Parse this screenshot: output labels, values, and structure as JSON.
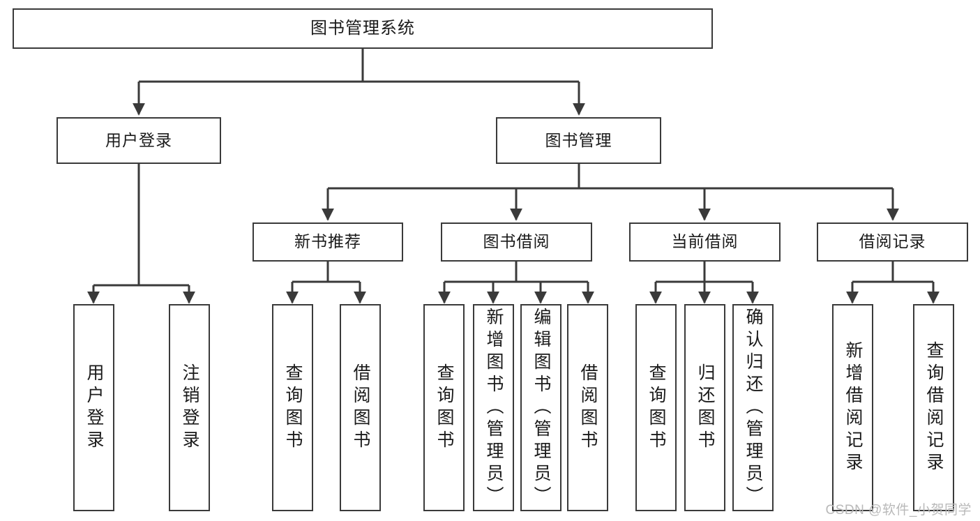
{
  "diagram": {
    "title": "图书管理系统",
    "type": "tree-hierarchy-diagram",
    "theme": {
      "stroke": "#3a3a3a",
      "fill": "#ffffff",
      "text": "#1a1a1a",
      "watermark_color": "#b9b9b9"
    },
    "levels": {
      "root": {
        "label": "图书管理系统"
      },
      "level2": [
        {
          "id": "user-login",
          "label": "用户登录"
        },
        {
          "id": "book-manage",
          "label": "图书管理"
        }
      ],
      "level3": [
        {
          "id": "new-book-recommend",
          "label": "新书推荐"
        },
        {
          "id": "book-borrow",
          "label": "图书借阅"
        },
        {
          "id": "current-borrow",
          "label": "当前借阅"
        },
        {
          "id": "borrow-record",
          "label": "借阅记录"
        }
      ],
      "leaves": [
        {
          "id": "leaf-user-login",
          "label": "用户登录",
          "parent": "user-login"
        },
        {
          "id": "leaf-logout-login",
          "label": "注销登录",
          "parent": "user-login"
        },
        {
          "id": "leaf-query-book-1",
          "label": "查询图书",
          "parent": "new-book-recommend"
        },
        {
          "id": "leaf-borrow-book-1",
          "label": "借阅图书",
          "parent": "new-book-recommend"
        },
        {
          "id": "leaf-query-book-2",
          "label": "查询图书",
          "parent": "book-borrow"
        },
        {
          "id": "leaf-add-book",
          "label": "新增图书（管理员）",
          "parent": "book-borrow"
        },
        {
          "id": "leaf-edit-book",
          "label": "编辑图书（管理员）",
          "parent": "book-borrow"
        },
        {
          "id": "leaf-borrow-book-2",
          "label": "借阅图书",
          "parent": "book-borrow"
        },
        {
          "id": "leaf-query-book-3",
          "label": "查询图书",
          "parent": "current-borrow"
        },
        {
          "id": "leaf-return-book",
          "label": "归还图书",
          "parent": "current-borrow"
        },
        {
          "id": "leaf-confirm-return",
          "label": "确认归还（管理员）",
          "parent": "current-borrow"
        },
        {
          "id": "leaf-add-record",
          "label": "新增借阅记录",
          "parent": "borrow-record"
        },
        {
          "id": "leaf-query-record",
          "label": "查询借阅记录",
          "parent": "borrow-record"
        }
      ]
    },
    "watermark": "CSDN @软件_小贺同学"
  }
}
